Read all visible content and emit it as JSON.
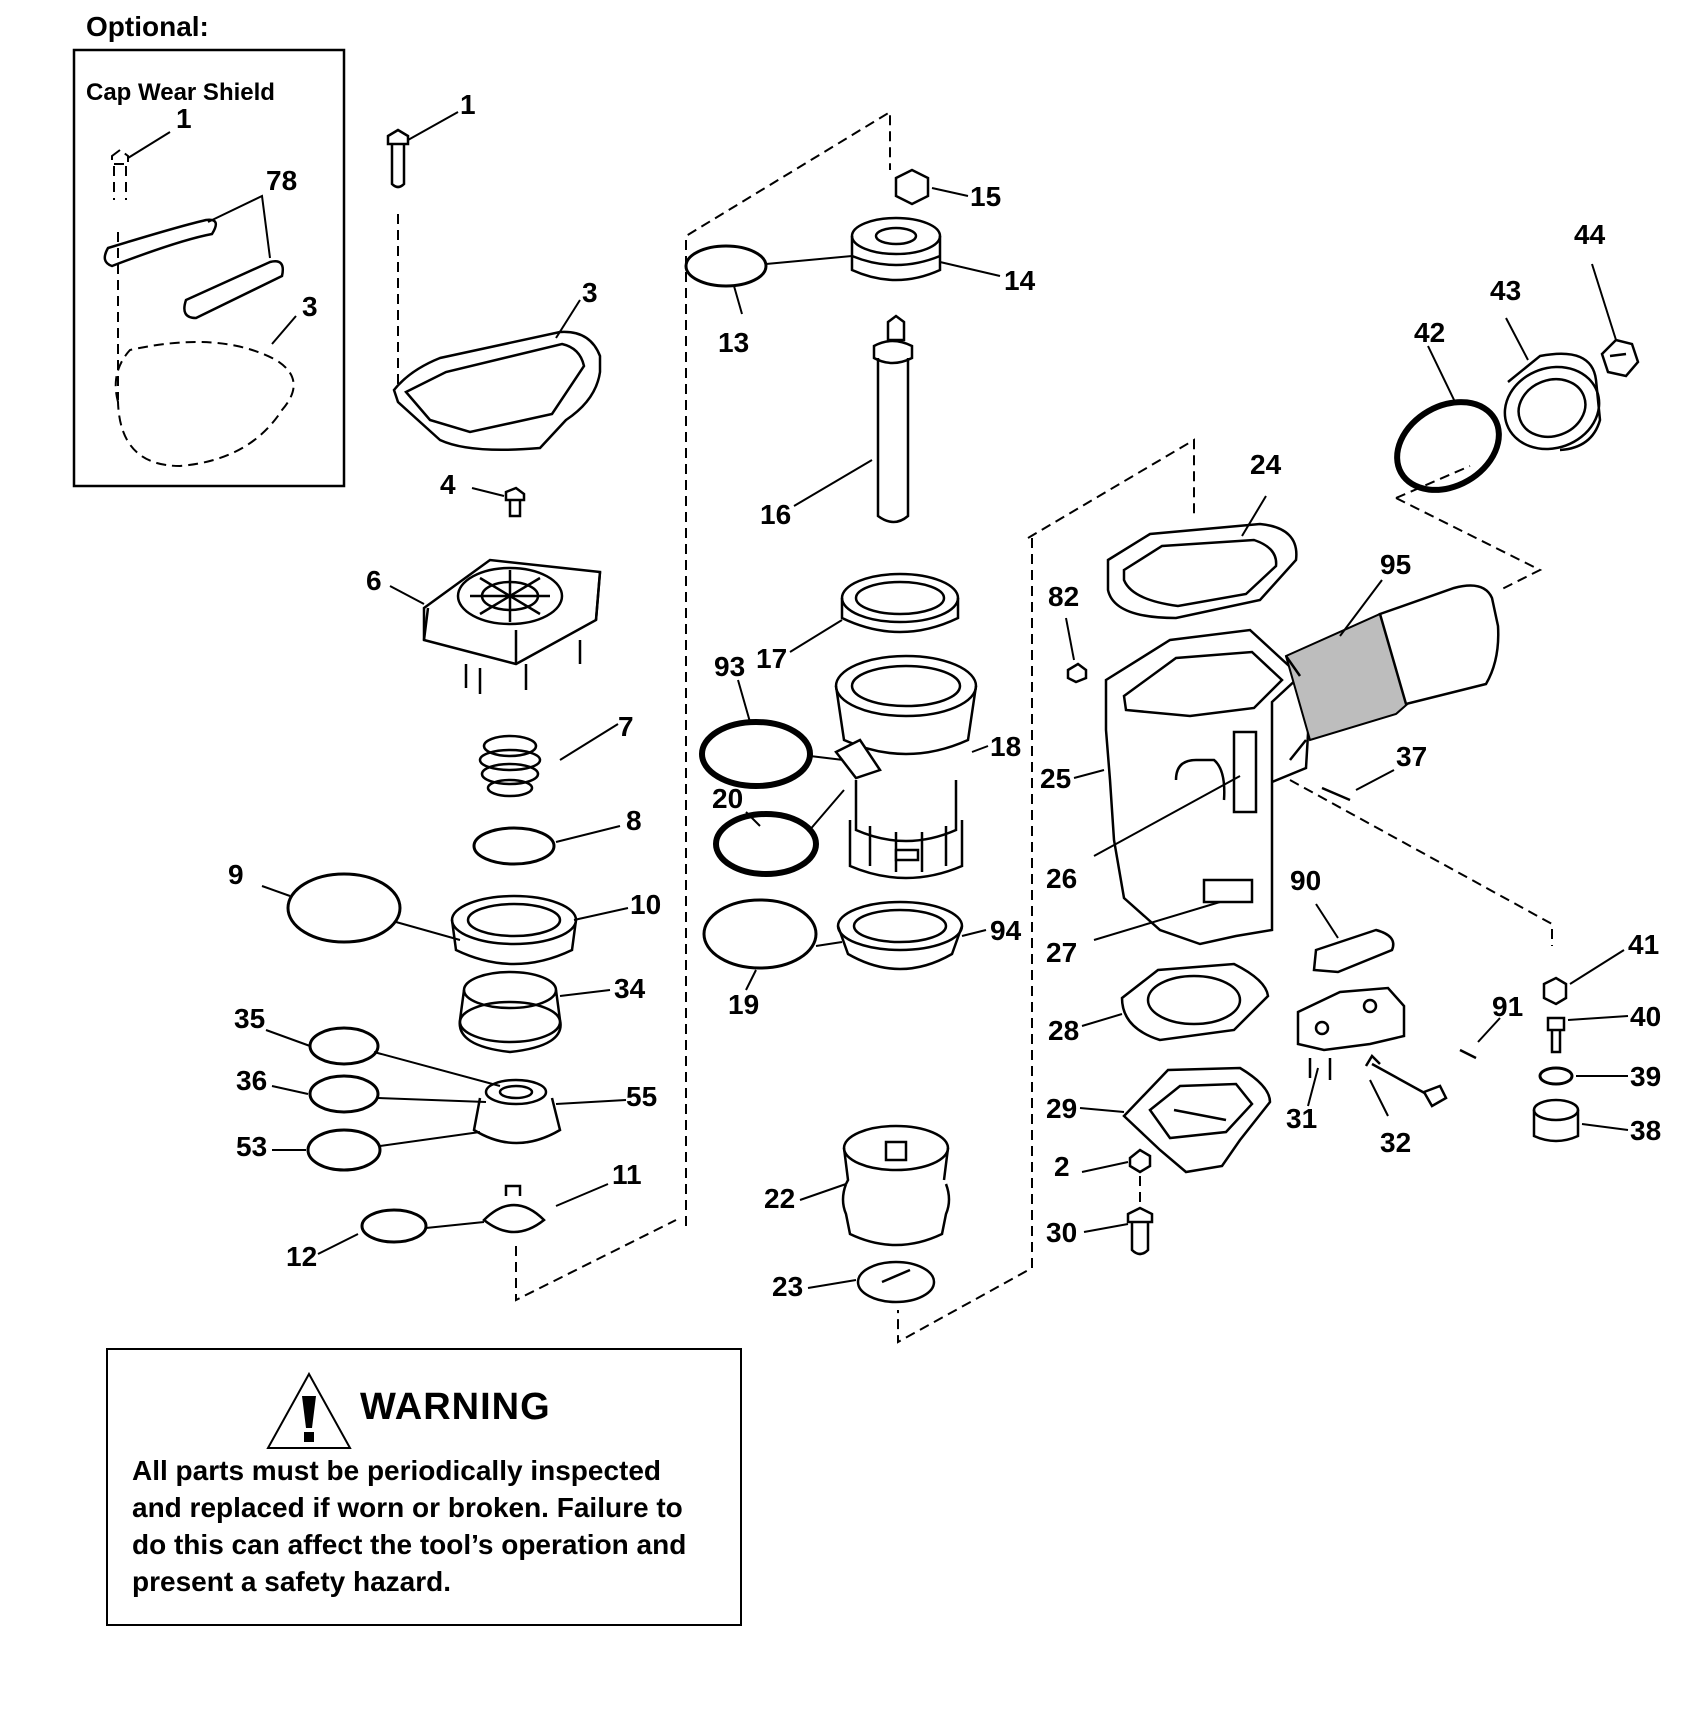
{
  "header": {
    "optional_label": "Optional:"
  },
  "inset": {
    "title": "Cap Wear Shield",
    "labels": [
      "1",
      "78",
      "3"
    ]
  },
  "parts": {
    "p1": "1",
    "p2": "2",
    "p3": "3",
    "p4": "4",
    "p6": "6",
    "p7": "7",
    "p8": "8",
    "p9": "9",
    "p10": "10",
    "p11": "11",
    "p12": "12",
    "p13": "13",
    "p14": "14",
    "p15": "15",
    "p16": "16",
    "p17": "17",
    "p18": "18",
    "p19": "19",
    "p20": "20",
    "p22": "22",
    "p23": "23",
    "p24": "24",
    "p25": "25",
    "p26": "26",
    "p27": "27",
    "p28": "28",
    "p29": "29",
    "p30": "30",
    "p31": "31",
    "p32": "32",
    "p34": "34",
    "p35": "35",
    "p36": "36",
    "p37": "37",
    "p38": "38",
    "p39": "39",
    "p40": "40",
    "p41": "41",
    "p42": "42",
    "p43": "43",
    "p44": "44",
    "p53": "53",
    "p55": "55",
    "p82": "82",
    "p90": "90",
    "p91": "91",
    "p93": "93",
    "p94": "94",
    "p95": "95"
  },
  "warning": {
    "title": "WARNING",
    "lines": [
      "All parts must be periodically inspected",
      "and replaced if worn or broken. Failure to",
      "do this can affect the tool’s operation and",
      "present a safety hazard."
    ]
  }
}
